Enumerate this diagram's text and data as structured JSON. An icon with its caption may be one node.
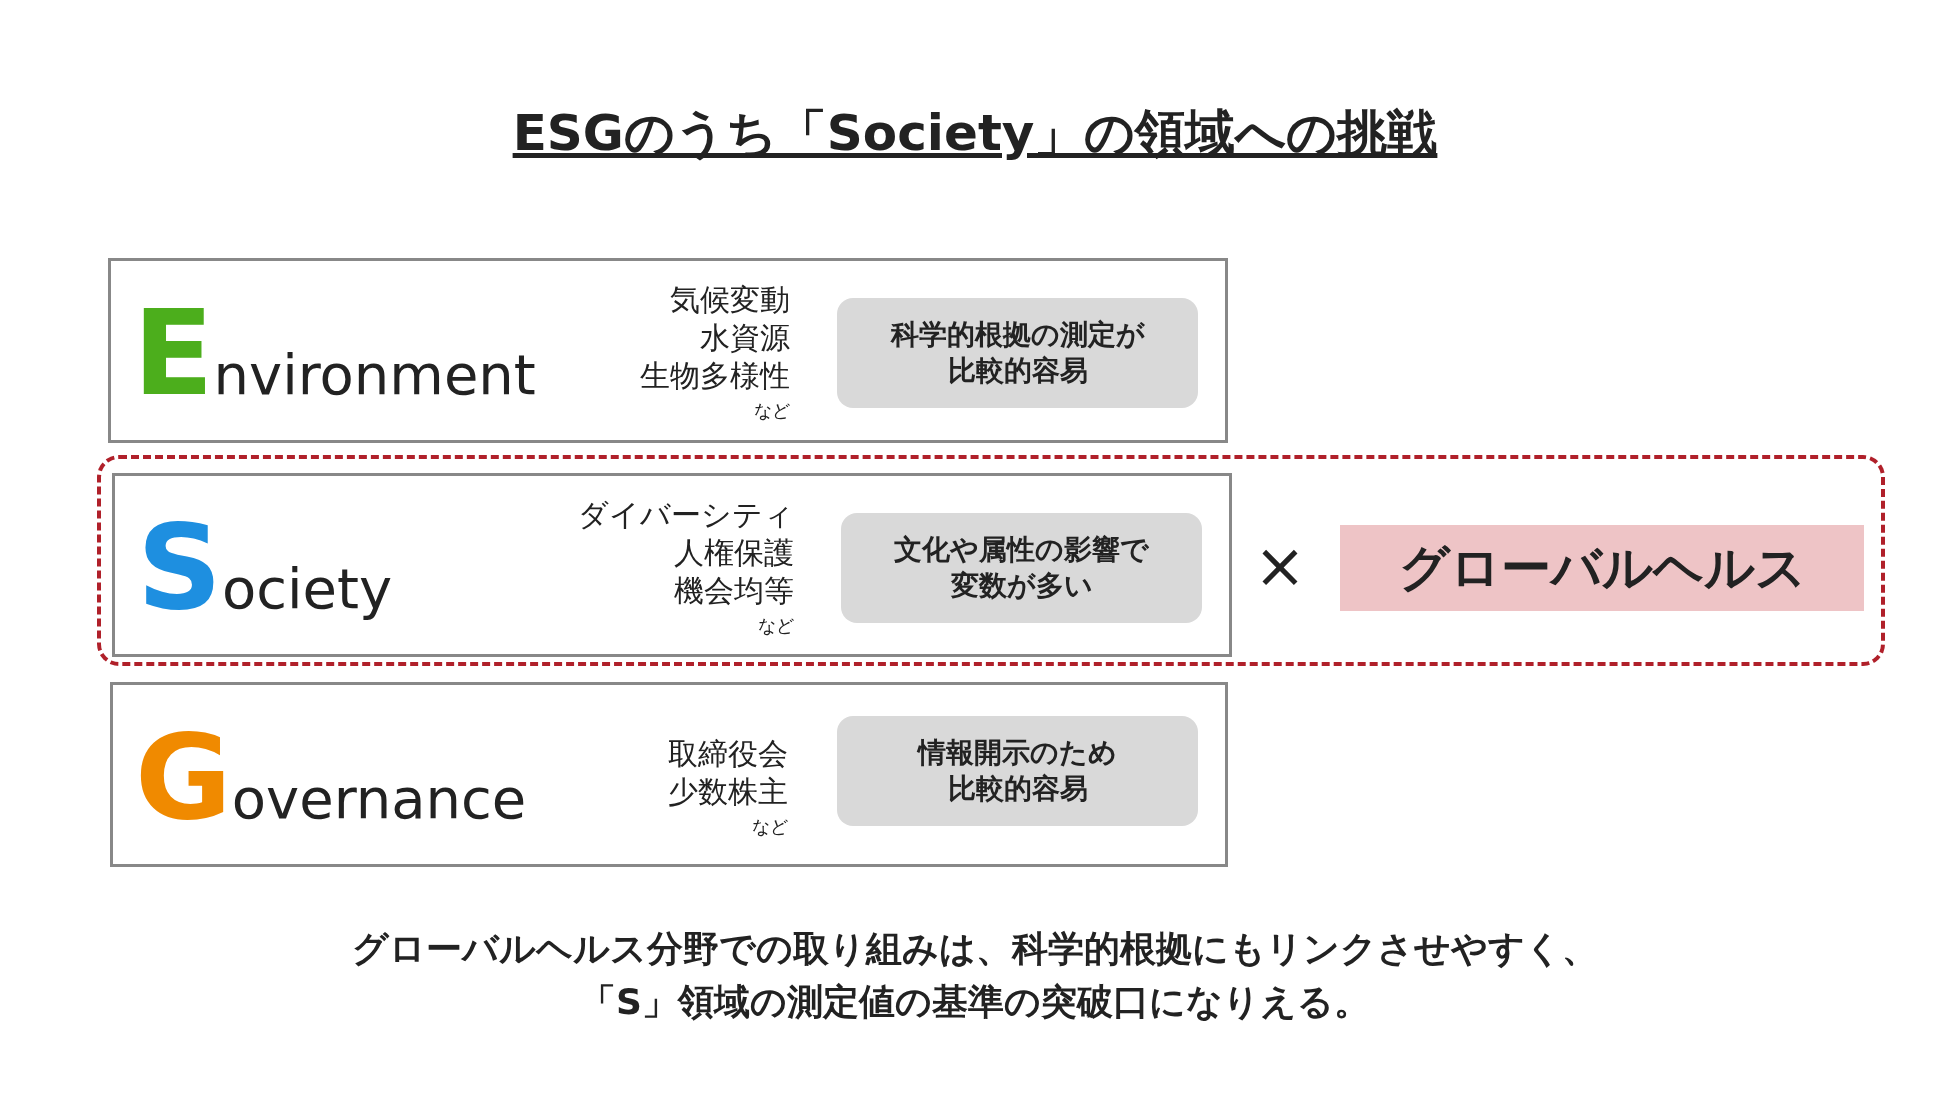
{
  "diagram": {
    "title": "ESGのうち「Society」の領域への挑戦",
    "nodes": [
      {
        "text": [
          "Environment",
          "気候変動",
          "水資源",
          "生物多様性",
          "など"
        ]
      },
      {
        "text": [
          "科学的根拠の測定が比較的容易"
        ],
        "in": 0
      },
      {
        "text": [],
        "shape": "box"
      },
      {
        "text": [
          "Society",
          "ダイバーシティ",
          "人権保護",
          "機会均等",
          "など"
        ],
        "in": 2
      },
      {
        "text": [
          "文化や属性の影響で変数が多い"
        ],
        "in": 3
      },
      {
        "text": [
          "グローバルヘルス"
        ],
        "in": 2
      },
      {
        "text": [
          "Governance",
          "取締役会",
          "少数株主",
          "など"
        ]
      },
      {
        "text": [
          "情報開示のため比較的容易"
        ],
        "in": 6
      }
    ],
    "labels": [
      "×"
    ],
    "caption": "グローバルヘルス分野での取り組みは、科学的根拠にもリンクさせやすく、「S」領域の測定値の基準の突破口になりえる。"
  }
}
